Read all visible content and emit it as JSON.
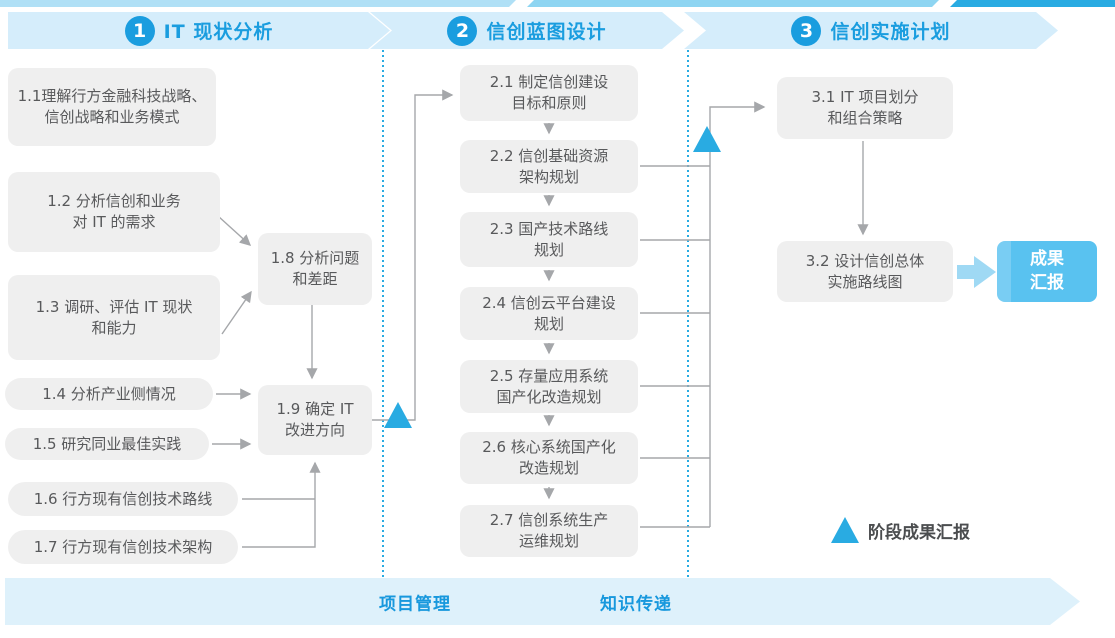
{
  "phases": [
    {
      "number": "1",
      "title": "IT 现状分析"
    },
    {
      "number": "2",
      "title": "信创蓝图设计"
    },
    {
      "number": "3",
      "title": "信创实施计划"
    }
  ],
  "steps": {
    "s1_1": "1.1理解行方金融科技战略、\n信创战略和业务模式",
    "s1_2": "1.2 分析信创和业务\n对 IT 的需求",
    "s1_3": "1.3 调研、评估 IT 现状\n和能力",
    "s1_4": "1.4 分析产业侧情况",
    "s1_5": "1.5 研究同业最佳实践",
    "s1_6": "1.6 行方现有信创技术路线",
    "s1_7": "1.7 行方现有信创技术架构",
    "s1_8": "1.8 分析问题\n和差距",
    "s1_9": "1.9 确定 IT\n改进方向",
    "s2_1": "2.1 制定信创建设\n目标和原则",
    "s2_2": "2.2 信创基础资源\n架构规划",
    "s2_3": "2.3 国产技术路线\n规划",
    "s2_4": "2.4 信创云平台建设\n规划",
    "s2_5": "2.5 存量应用系统\n国产化改造规划",
    "s2_6": "2.6 核心系统国产化\n改造规划",
    "s2_7": "2.7 信创系统生产\n运维规划",
    "s3_1": "3.1 IT 项目划分\n和组合策略",
    "s3_2": "3.2 设计信创总体\n实施路线图"
  },
  "result_box": "成果\n汇报",
  "legend": "阶段成果汇报",
  "footer": {
    "project_mgmt": "项目管理",
    "knowledge_transfer": "知识传递"
  },
  "colors": {
    "accent_blue": "#29abe2",
    "banner_bg": "#d5edfb",
    "banner_text": "#1a9ddf",
    "node_bg": "#efefef",
    "node_text": "#58595b",
    "connector_gray": "#a5a7aa",
    "result_box_bg": "#59c2f0",
    "lane_bg": "#def1fb"
  }
}
